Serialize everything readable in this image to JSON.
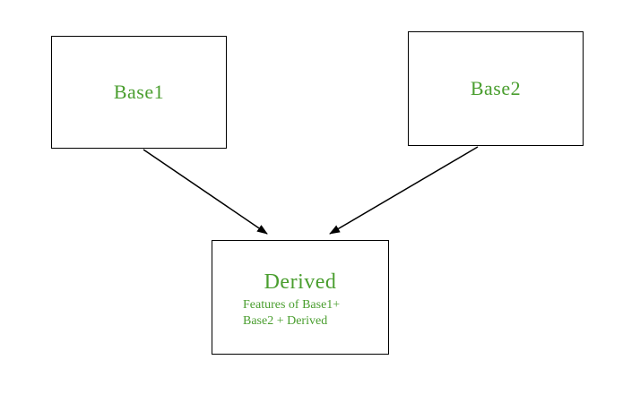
{
  "diagram": {
    "type": "inheritance-diagram",
    "colors": {
      "node_text": "#4a9e2f",
      "node_border": "#000000",
      "arrow": "#000000",
      "background": "#ffffff"
    },
    "nodes": {
      "base1": {
        "label": "Base1"
      },
      "base2": {
        "label": "Base2"
      },
      "derived": {
        "label": "Derived",
        "description_line1": "Features of Base1+",
        "description_line2": "Base2 + Derived"
      }
    },
    "edges": [
      {
        "from": "base1",
        "to": "derived"
      },
      {
        "from": "base2",
        "to": "derived"
      }
    ]
  }
}
